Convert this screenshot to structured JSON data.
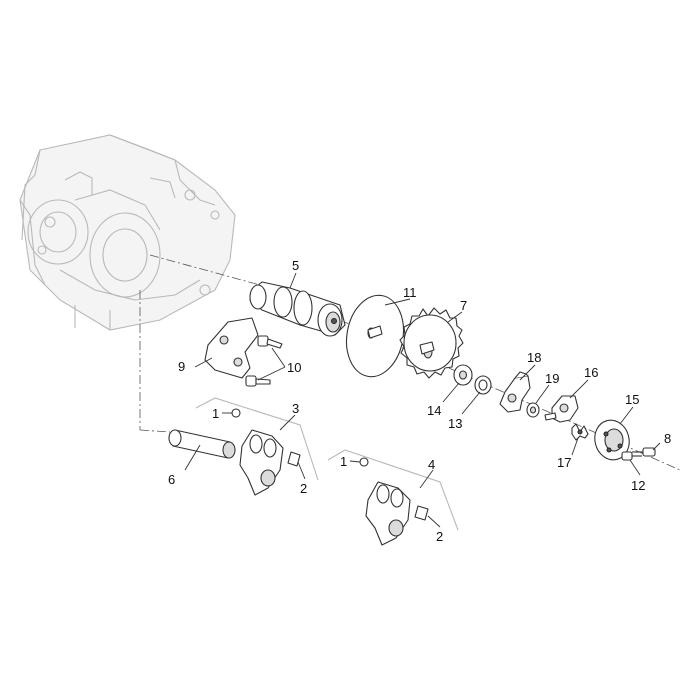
{
  "figure": {
    "type": "exploded-parts-diagram"
  },
  "callouts": {
    "c1a": "1",
    "c1b": "1",
    "c2a": "2",
    "c2b": "2",
    "c3": "3",
    "c4": "4",
    "c5": "5",
    "c6": "6",
    "c7": "7",
    "c8": "8",
    "c9": "9",
    "c10": "10",
    "c11": "11",
    "c12": "12",
    "c13": "13",
    "c14": "14",
    "c15": "15",
    "c16": "16",
    "c17": "17",
    "c18": "18",
    "c19": "19"
  },
  "colors": {
    "line": "#333333",
    "ghost": "#b9b9b9",
    "background": "#ffffff"
  }
}
